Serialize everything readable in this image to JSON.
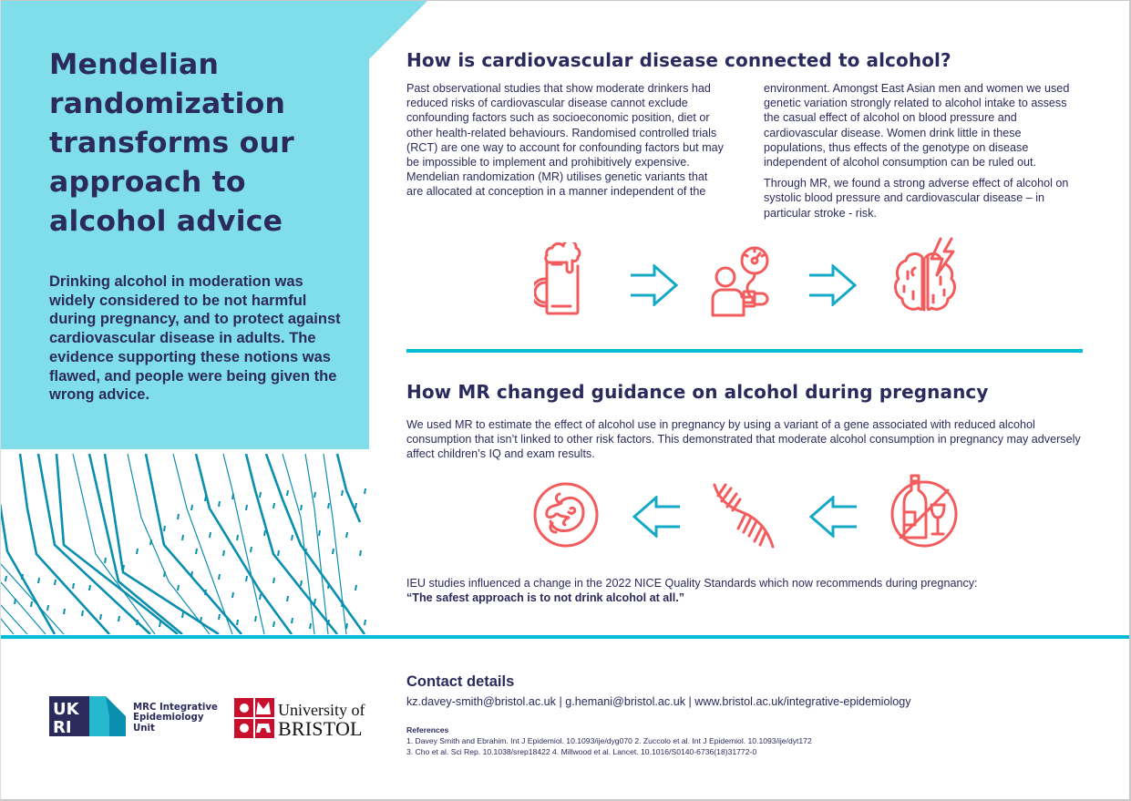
{
  "hero": {
    "title_lines": [
      "Mendelian",
      "randomization",
      "transforms our",
      "approach to",
      "alcohol advice"
    ],
    "summary": "Drinking alcohol in moderation was widely considered to be not harmful during pregnancy, and to protect against cardiovascular disease in adults. The evidence supporting these notions was flawed, and people were being given the wrong advice."
  },
  "section_cvd": {
    "title": "How is cardiovascular disease connected to alcohol?",
    "col1": "Past observational studies that show moderate drinkers had reduced risks of cardiovascular disease cannot exclude confounding factors such as socioeconomic position, diet or other health-related behaviours. Randomised controlled trials (RCT) are one way to account for confounding factors but may be impossible to implement and prohibitively expensive. Mendelian randomization (MR) utilises genetic variants that are allocated at conception in a manner independent of the",
    "col2_p1": "environment. Amongst East Asian men and women we used genetic variation strongly related to alcohol intake to assess the casual effect of alcohol on blood pressure and cardiovascular disease. Women drink little in these populations, thus effects of the genotype on disease independent of alcohol consumption can be ruled out.",
    "col2_p2": "Through MR, we found a strong adverse effect of alcohol on systolic blood pressure and cardiovascular disease – in particular stroke - risk.",
    "icons": [
      "beer-mug-icon",
      "arrow-right-icon",
      "blood-pressure-icon",
      "arrow-right-icon",
      "brain-stroke-icon"
    ]
  },
  "section_pregnancy": {
    "title": "How MR changed guidance on alcohol during pregnancy",
    "body": "We used MR to estimate the effect of alcohol use in pregnancy by using a variant of a gene associated with reduced alcohol consumption that isn’t linked to other risk factors. This demonstrated that moderate alcohol consumption in pregnancy may adversely affect children’s IQ and exam results.",
    "icons": [
      "fetus-icon",
      "arrow-left-icon",
      "dna-icon",
      "arrow-left-icon",
      "no-alcohol-icon"
    ],
    "influence": "IEU studies influenced a change in the 2022 NICE Quality Standards which now recommends during pregnancy:",
    "quote": "“The safest approach is to not drink alcohol at all.”"
  },
  "footer": {
    "mrc_lines": [
      "MRC Integrative",
      "Epidemiology",
      "Unit"
    ],
    "ukri_letters": [
      "UK",
      "RI"
    ],
    "bristol_lines": [
      "University of",
      "BRISTOL"
    ],
    "contact_title": "Contact details",
    "contact_line": "kz.davey-smith@bristol.ac.uk | g.hemani@bristol.ac.uk | www.bristol.ac.uk/integrative-epidemiology",
    "references_title": "References",
    "references": [
      "1. Davey Smith and Ebrahim. Int J Epidemiol. 10.1093/ije/dyg070  2. Zuccolo et al. Int J Epidemiol. 10.1093/ije/dyt172",
      "3. Cho et al. Sci Rep. 10.1038/srep18422  4. Millwood et al. Lancet. 10.1016/S0140-6736(18)31772-0"
    ]
  },
  "colors": {
    "panel_cyan": "#80deea",
    "divider_teal": "#00bcd4",
    "pattern_teal": "#0a8fae",
    "icon_coral": "#f25c5c",
    "arrow_teal": "#14a9c6",
    "navy_text": "#2b2a5c",
    "bristol_red": "#c8102e"
  }
}
